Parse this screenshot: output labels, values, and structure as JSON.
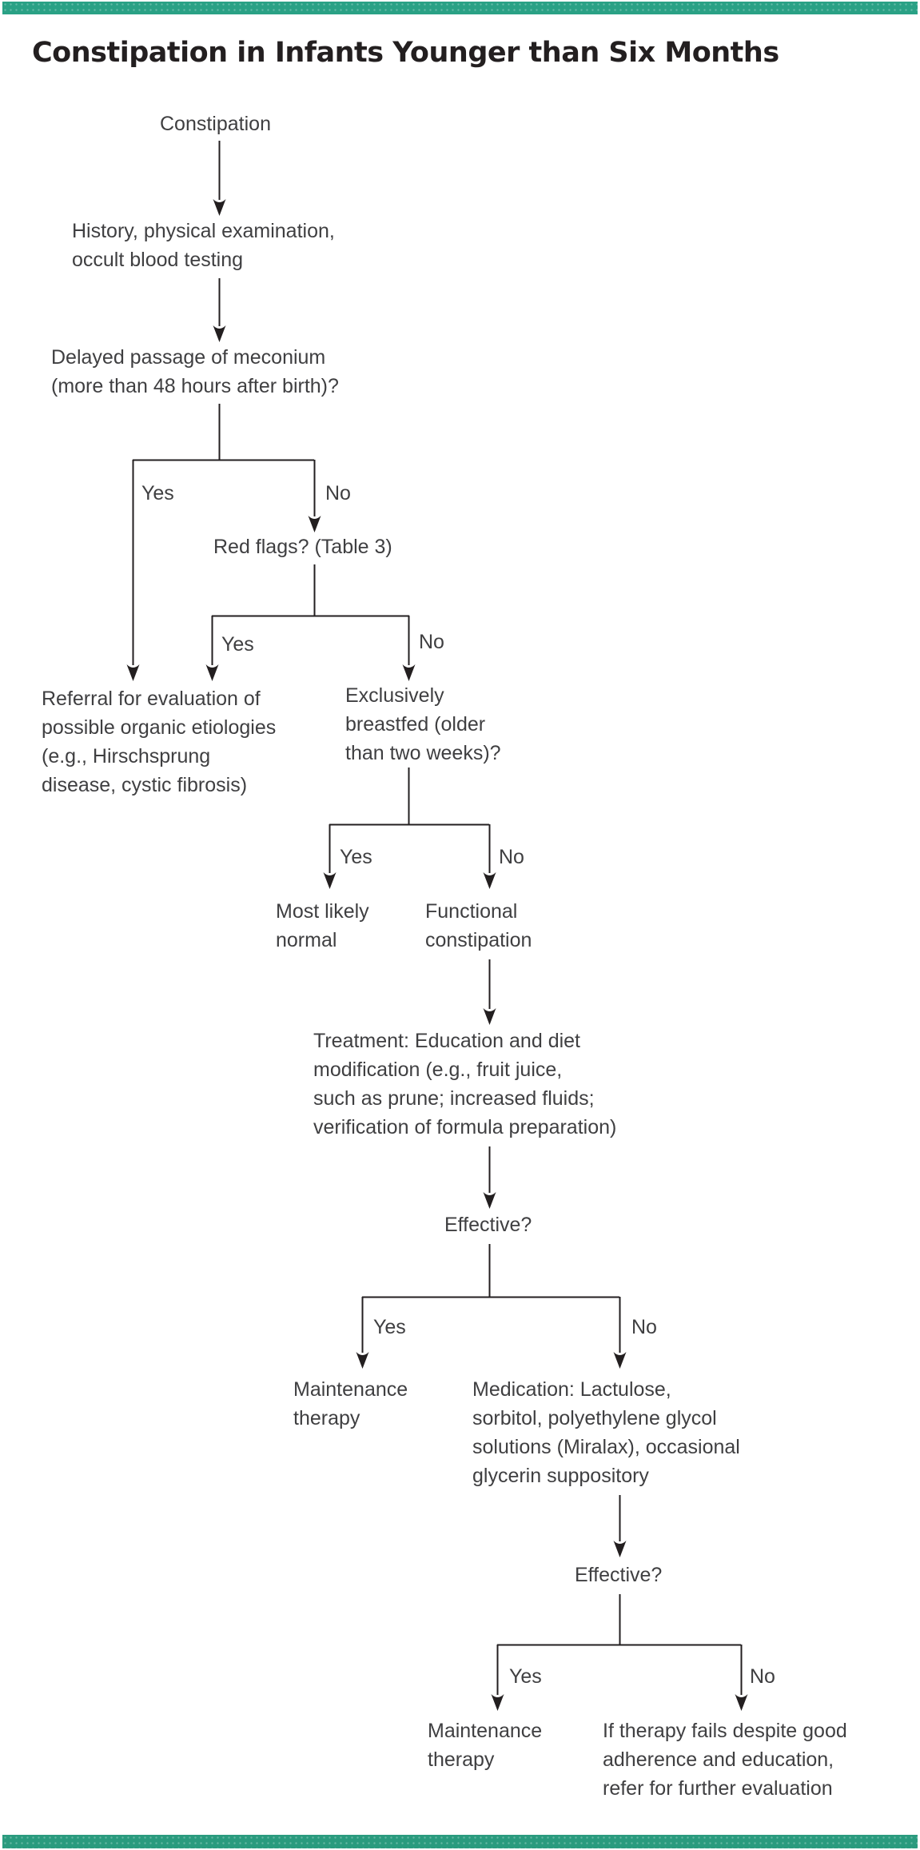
{
  "header": {
    "title": "Constipation in Infants Younger than Six Months"
  },
  "theme": {
    "accent_teal": "#2aa185",
    "accent_teal_dark": "#2a9b7e",
    "text_color": "#3f3f41",
    "line_color": "#231f20",
    "title_color": "#231f20"
  },
  "flowchart": {
    "yes_label": "Yes",
    "no_label": "No",
    "nodes": {
      "start": "Constipation",
      "workup": "History, physical examination,\noccult blood testing",
      "meconium_question": "Delayed passage of meconium\n(more than 48 hours after birth)?",
      "red_flags_question": "Red flags? (Table 3)",
      "referral": "Referral for evaluation of\npossible organic etiologies\n(e.g., Hirschsprung\ndisease, cystic fibrosis)",
      "breastfed_question": "Exclusively\nbreastfed (older\nthan two weeks)?",
      "most_likely_normal": "Most likely\nnormal",
      "functional_constipation": "Functional\nconstipation",
      "treatment": "Treatment: Education and diet\nmodification (e.g., fruit juice,\nsuch as prune; increased fluids;\nverification of formula preparation)",
      "effective_1": "Effective?",
      "maintenance_1": "Maintenance\ntherapy",
      "medication": "Medication: Lactulose,\nsorbitol, polyethylene glycol\nsolutions (Miralax), occasional\nglycerin suppository",
      "effective_2": "Effective?",
      "maintenance_2": "Maintenance\ntherapy",
      "therapy_fails": "If therapy fails despite good\nadherence and education,\nrefer for further evaluation"
    }
  }
}
